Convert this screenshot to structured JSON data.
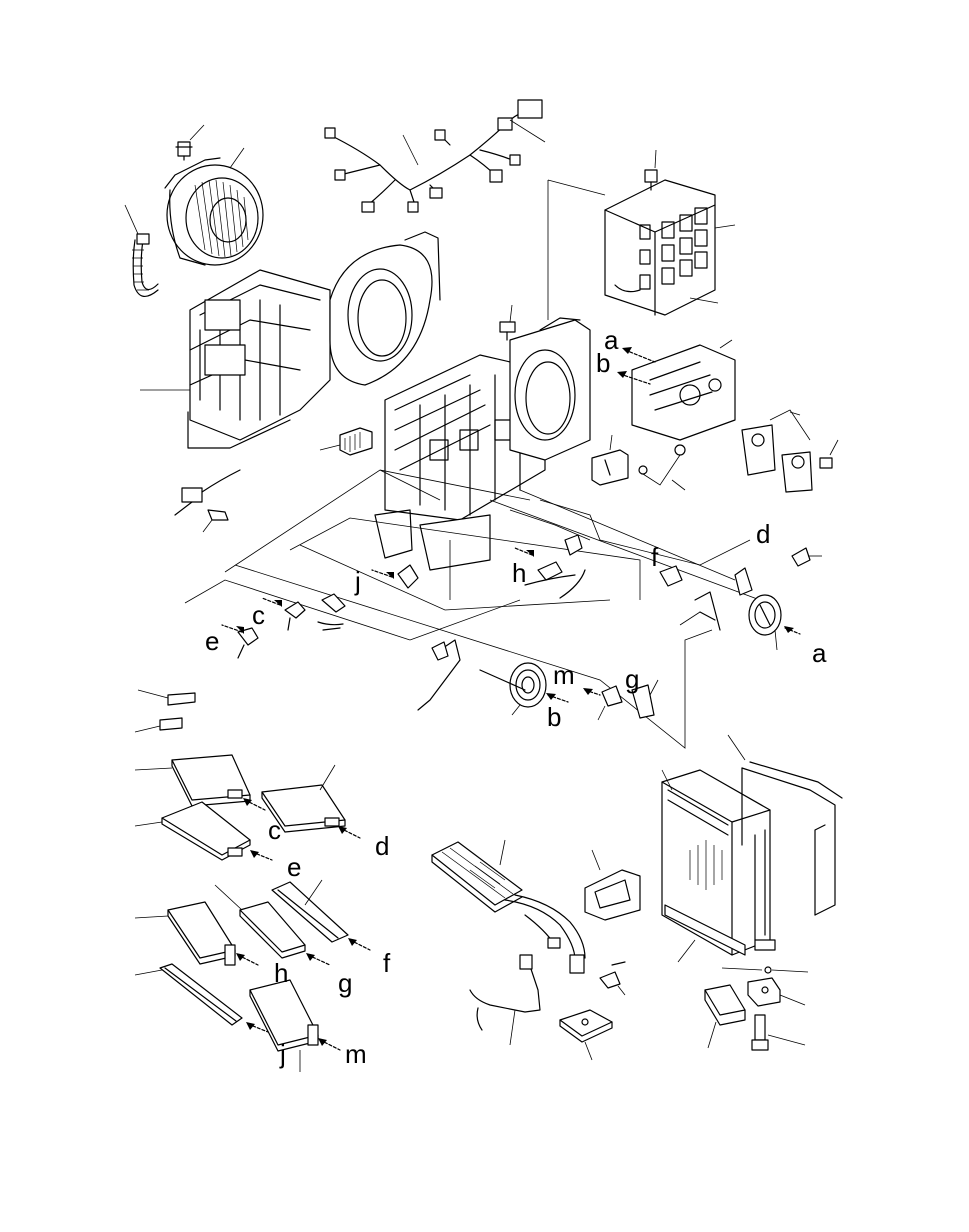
{
  "diagram": {
    "reference_letters": [
      {
        "id": "a-top",
        "text": "a"
      },
      {
        "id": "b-top",
        "text": "b"
      },
      {
        "id": "d-mid",
        "text": "d"
      },
      {
        "id": "f-mid",
        "text": "f"
      },
      {
        "id": "h-mid",
        "text": "h"
      },
      {
        "id": "j-mid",
        "text": "j"
      },
      {
        "id": "c-mid",
        "text": "c"
      },
      {
        "id": "e-mid",
        "text": "e"
      },
      {
        "id": "a-right",
        "text": "a"
      },
      {
        "id": "m-mid",
        "text": "m"
      },
      {
        "id": "g-mid",
        "text": "g"
      },
      {
        "id": "b-mid",
        "text": "b"
      },
      {
        "id": "c-low",
        "text": "c"
      },
      {
        "id": "d-low",
        "text": "d"
      },
      {
        "id": "e-low",
        "text": "e"
      },
      {
        "id": "f-low",
        "text": "f"
      },
      {
        "id": "h-low",
        "text": "h"
      },
      {
        "id": "g-low",
        "text": "g"
      },
      {
        "id": "j-low",
        "text": "j"
      },
      {
        "id": "m-low",
        "text": "m"
      }
    ]
  }
}
